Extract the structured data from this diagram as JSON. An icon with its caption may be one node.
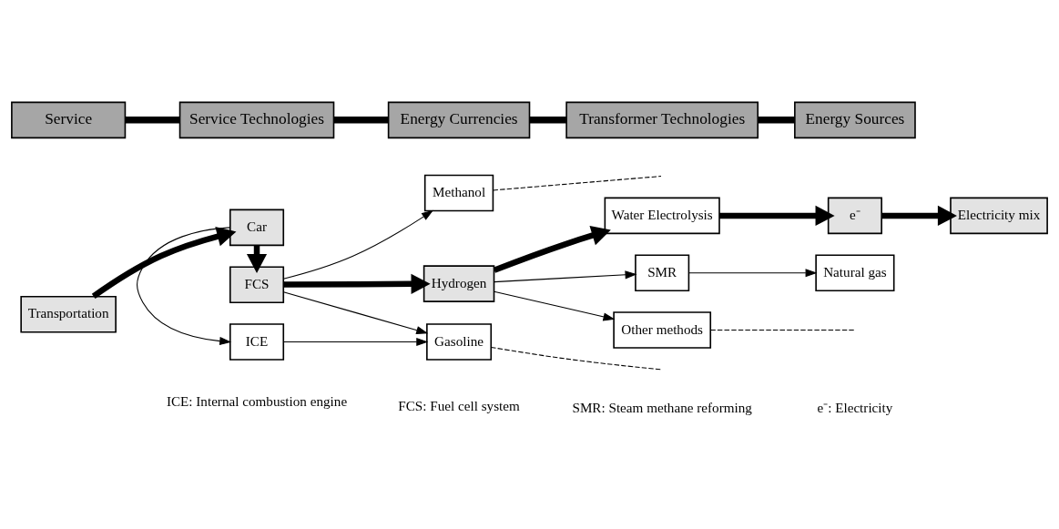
{
  "diagram": {
    "nodes": [
      {
        "text": [
          "Service"
        ]
      },
      {
        "text": [
          "Service Technologies"
        ]
      },
      {
        "text": [
          "Energy Currencies"
        ]
      },
      {
        "text": [
          "Transformer Technologies"
        ]
      },
      {
        "text": [
          "Energy Sources"
        ]
      },
      {
        "text": [
          "Transportation"
        ]
      },
      {
        "text": [
          "Car"
        ]
      },
      {
        "text": [
          "ICE"
        ]
      },
      {
        "text": [
          "FCS"
        ]
      },
      {
        "text": [
          "Gasoline"
        ]
      },
      {
        "text": [
          "Methanol"
        ]
      },
      {
        "text": [
          "Hydrogen"
        ]
      },
      {
        "text": [
          "Water Electrolysis"
        ]
      },
      {
        "text": [
          "e⁻"
        ]
      },
      {
        "text": [
          "Electricity mix"
        ]
      },
      {
        "text": [
          "SMR"
        ]
      },
      {
        "text": [
          "Natural gas"
        ]
      },
      {
        "text": [
          "Other methods"
        ]
      }
    ],
    "edges": [
      {
        "from": 0,
        "to": 1,
        "arrow": "none",
        "style": "thick"
      },
      {
        "from": 1,
        "to": 2,
        "arrow": "none",
        "style": "thick"
      },
      {
        "from": 2,
        "to": 3,
        "arrow": "none",
        "style": "thick"
      },
      {
        "from": 3,
        "to": 4,
        "arrow": "none",
        "style": "thick"
      },
      {
        "from": 5,
        "to": 6,
        "arrow": "to",
        "style": "thick"
      },
      {
        "from": 6,
        "to": 7,
        "arrow": "to"
      },
      {
        "from": 6,
        "to": 8,
        "arrow": "to",
        "style": "thick"
      },
      {
        "from": 7,
        "to": 9,
        "arrow": "to"
      },
      {
        "from": 8,
        "to": 9,
        "arrow": "to"
      },
      {
        "from": 8,
        "to": 10,
        "arrow": "to"
      },
      {
        "from": 8,
        "to": 11,
        "arrow": "to",
        "style": "thick"
      },
      {
        "from": 9,
        "to": null,
        "arrow": "none",
        "style": "dashed"
      },
      {
        "from": 10,
        "to": null,
        "arrow": "none",
        "style": "dashed"
      },
      {
        "from": 11,
        "to": 12,
        "arrow": "to",
        "style": "thick"
      },
      {
        "from": 12,
        "to": 13,
        "arrow": "to",
        "style": "thick"
      },
      {
        "from": 13,
        "to": 14,
        "arrow": "to",
        "style": "thick"
      },
      {
        "from": 11,
        "to": 15,
        "arrow": "to"
      },
      {
        "from": 11,
        "to": 17,
        "arrow": "to"
      },
      {
        "from": 15,
        "to": 16,
        "arrow": "to"
      },
      {
        "from": 17,
        "to": null,
        "arrow": "none",
        "style": "dashed"
      }
    ],
    "labels": [
      "ICE: Internal combustion engine",
      "FCS: Fuel cell system",
      "SMR: Steam methane reforming",
      "e⁻: Electricity"
    ]
  }
}
